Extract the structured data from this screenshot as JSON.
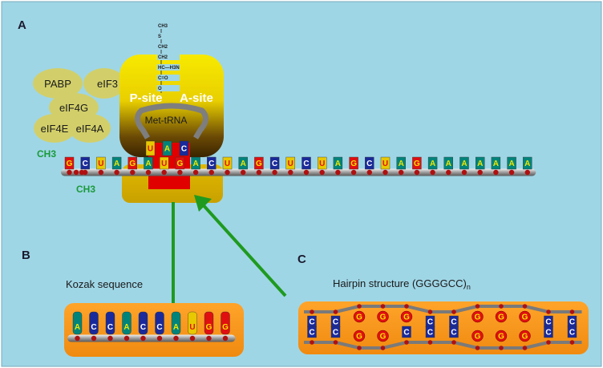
{
  "panels": {
    "a": "A",
    "b": "B",
    "c": "C"
  },
  "factors": {
    "pabp": "PABP",
    "eif3": "eIF3",
    "eif4g": "eIF4G",
    "eif4e": "eIF4E",
    "eif4a": "eIF4A"
  },
  "cap": {
    "ch3_top": "CH3",
    "ch3_bottom": "CH3"
  },
  "ribosome": {
    "p_site": "P-site",
    "a_site": "A-site",
    "trna": "Met-tRNA"
  },
  "anticodon": [
    "U",
    "A",
    "C"
  ],
  "methionine": {
    "groups": [
      "CH3",
      "S",
      "CH2",
      "CH2",
      "HC—H3N",
      "C=O",
      "O"
    ]
  },
  "mrna": {
    "sequence": [
      "G",
      "C",
      "U",
      "A",
      "G",
      "A",
      "U",
      "G",
      "A",
      "C",
      "U",
      "A",
      "G",
      "C",
      "U",
      "C",
      "U",
      "A",
      "G",
      "C",
      "U",
      "A",
      "G",
      "A",
      "A",
      "A",
      "A",
      "A",
      "A",
      "A"
    ]
  },
  "kozak": {
    "caption": "Kozak sequence",
    "bases": [
      "A",
      "C",
      "C",
      "A",
      "C",
      "C",
      "A",
      "U",
      "G",
      "G"
    ]
  },
  "hairpin": {
    "caption": "Hairpin structure (GGGGCC)",
    "caption_sub": "n",
    "top": [
      "C",
      "C",
      "G",
      "G",
      "G",
      "C",
      "C",
      "G",
      "G",
      "G",
      "C",
      "C"
    ],
    "bottom": [
      "C",
      "C",
      "G",
      "G",
      "C",
      "C",
      "C",
      "G",
      "G",
      "G",
      "C",
      "C"
    ]
  },
  "colors": {
    "bg": "#9fd6e6",
    "ribosome_yellow": "#f5e300",
    "ribosome_dark": "#4a3200",
    "factor_fill": "#d2cf6a",
    "orange_box": "#f7941d",
    "arrow_green": "#1f9a1f",
    "red_block": "#e00000",
    "base_A": "#00847a",
    "base_C": "#1a2a9a",
    "base_G": "#e01010",
    "base_U": "#e8c800"
  }
}
